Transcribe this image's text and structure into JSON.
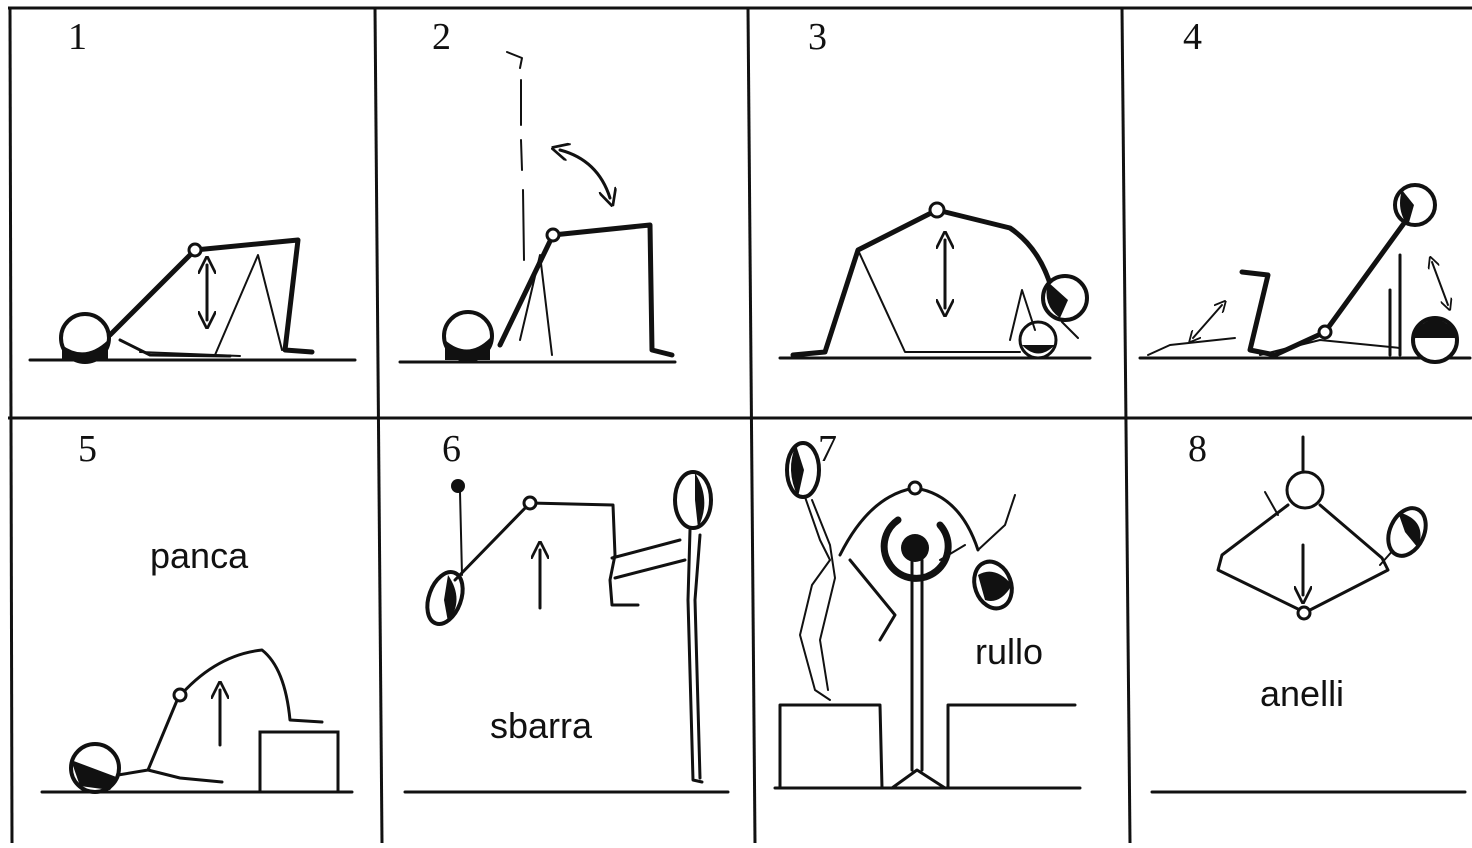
{
  "panels": [
    {
      "number": "1",
      "label": ""
    },
    {
      "number": "2",
      "label": ""
    },
    {
      "number": "3",
      "label": ""
    },
    {
      "number": "4",
      "label": ""
    },
    {
      "number": "5",
      "label": "panca"
    },
    {
      "number": "6",
      "label": "sbarra"
    },
    {
      "number": "7",
      "label": "rullo"
    },
    {
      "number": "8",
      "label": "anelli"
    }
  ],
  "colors": {
    "ink": "#111111",
    "background": "#ffffff"
  },
  "icons": [
    "head-icon",
    "arrow-icon",
    "joint-icon",
    "rotation-icon"
  ]
}
